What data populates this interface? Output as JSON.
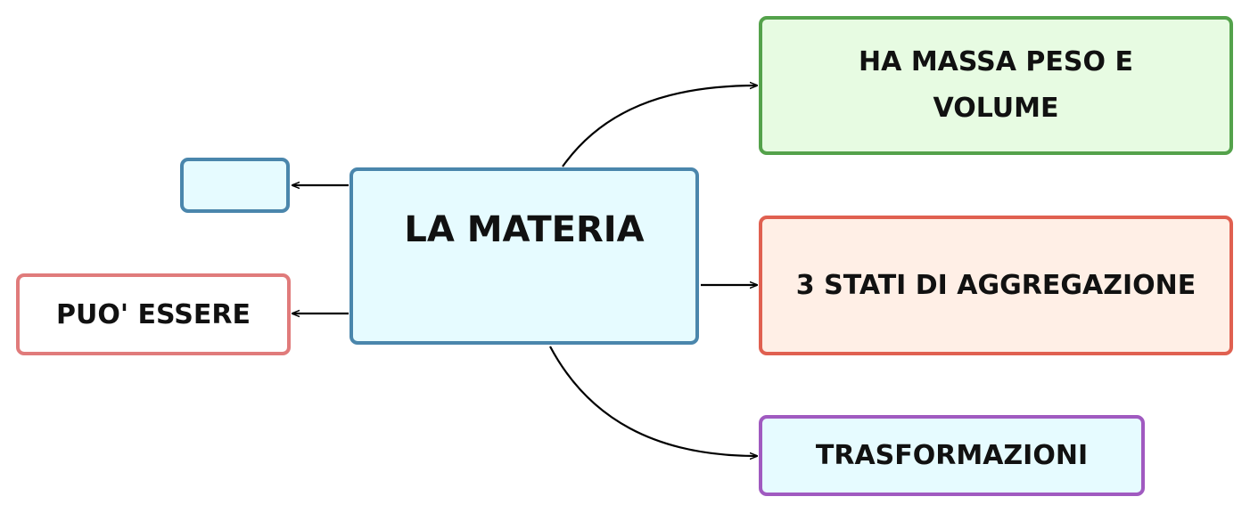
{
  "diagram": {
    "nodes": {
      "center": {
        "label": "LA MATERIA",
        "fill": "#e6fbff",
        "border": "#4a86ac"
      },
      "empty": {
        "label": "",
        "fill": "#e6fbff",
        "border": "#4a86ac"
      },
      "puo_essere": {
        "label": "PUO' ESSERE",
        "fill": "#ffffff",
        "border": "#e07b7b"
      },
      "massa": {
        "label": "HA MASSA PESO E VOLUME",
        "fill": "#e7fbe2",
        "border": "#54a24b"
      },
      "stati": {
        "label": "3 STATI DI AGGREGAZIONE",
        "fill": "#ffefe6",
        "border": "#e06050"
      },
      "trasformazioni": {
        "label": "TRASFORMAZIONI",
        "fill": "#e6fbff",
        "border": "#a05ac0"
      }
    },
    "edges": [
      {
        "from": "center",
        "to": "massa"
      },
      {
        "from": "center",
        "to": "empty"
      },
      {
        "from": "center",
        "to": "puo_essere"
      },
      {
        "from": "center",
        "to": "stati"
      },
      {
        "from": "center",
        "to": "trasformazioni"
      }
    ]
  }
}
